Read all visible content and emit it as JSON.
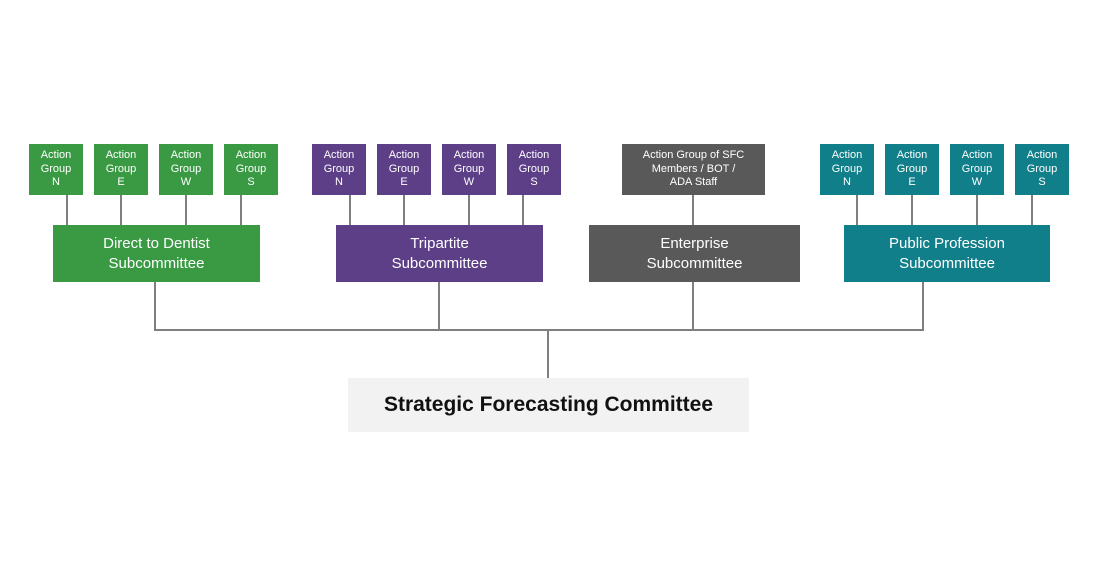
{
  "colors": {
    "green": "#3a9a44",
    "purple": "#5c3f87",
    "gray": "#595959",
    "teal": "#117f89",
    "connector": "#7f7f7f",
    "root_fill": "#f2f2f2"
  },
  "root": {
    "label": "Strategic Forecasting Committee"
  },
  "subcommittees": [
    {
      "label_line1": "Direct to Dentist",
      "label_line2": "Subcommittee",
      "action_groups": [
        {
          "line1": "Action",
          "line2": "Group",
          "line3": "N"
        },
        {
          "line1": "Action",
          "line2": "Group",
          "line3": "E"
        },
        {
          "line1": "Action",
          "line2": "Group",
          "line3": "W"
        },
        {
          "line1": "Action",
          "line2": "Group",
          "line3": "S"
        }
      ]
    },
    {
      "label_line1": "Tripartite",
      "label_line2": "Subcommittee",
      "action_groups": [
        {
          "line1": "Action",
          "line2": "Group",
          "line3": "N"
        },
        {
          "line1": "Action",
          "line2": "Group",
          "line3": "E"
        },
        {
          "line1": "Action",
          "line2": "Group",
          "line3": "W"
        },
        {
          "line1": "Action",
          "line2": "Group",
          "line3": "S"
        }
      ]
    },
    {
      "label_line1": "Enterprise",
      "label_line2": "Subcommittee",
      "action_group": {
        "line1": "Action Group of SFC",
        "line2": "Members / BOT /",
        "line3": "ADA Staff"
      }
    },
    {
      "label_line1": "Public Profession",
      "label_line2": "Subcommittee",
      "action_groups": [
        {
          "line1": "Action",
          "line2": "Group",
          "line3": "N"
        },
        {
          "line1": "Action",
          "line2": "Group",
          "line3": "E"
        },
        {
          "line1": "Action",
          "line2": "Group",
          "line3": "W"
        },
        {
          "line1": "Action",
          "line2": "Group",
          "line3": "S"
        }
      ]
    }
  ]
}
